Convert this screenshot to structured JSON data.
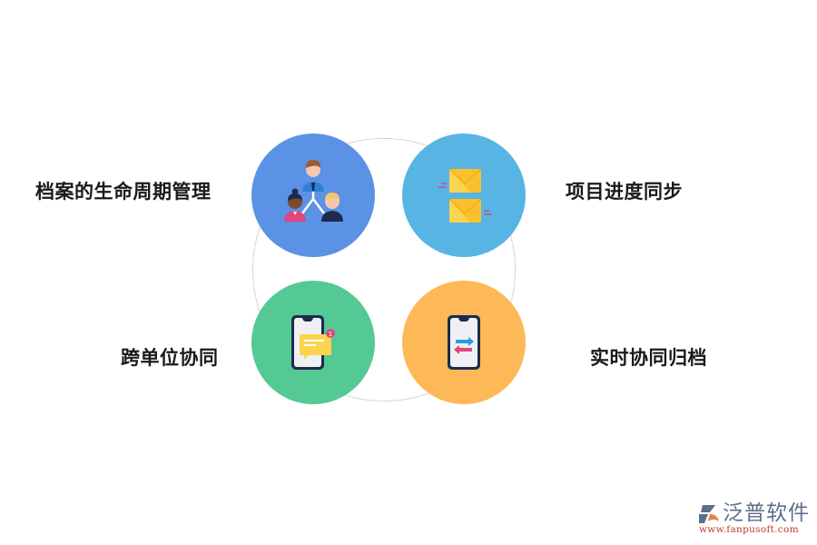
{
  "diagram": {
    "type": "four-feature-ring",
    "nodes": [
      {
        "id": "top-left",
        "label": "档案的生命周期管理",
        "icon": "team-hierarchy-icon",
        "color": "#5b92e5"
      },
      {
        "id": "top-right",
        "label": "项目进度同步",
        "icon": "envelopes-icon",
        "color": "#58b4e3"
      },
      {
        "id": "bottom-left",
        "label": "跨单位协同",
        "icon": "phone-message-icon",
        "color": "#55c993"
      },
      {
        "id": "bottom-right",
        "label": "实时协同归档",
        "icon": "phone-transfer-icon",
        "color": "#fdb858"
      }
    ],
    "ring_color": "#a9a9a9"
  },
  "watermark": {
    "name": "泛普软件",
    "url": "www.fanpusoft.com",
    "badge": "1"
  }
}
